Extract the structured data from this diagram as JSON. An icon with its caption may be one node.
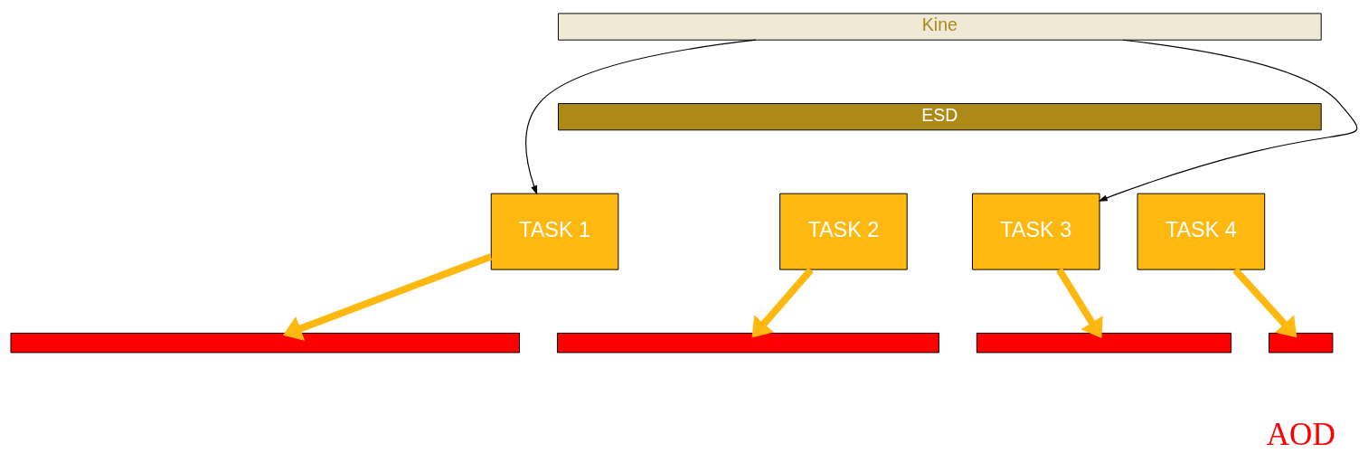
{
  "diagram": {
    "nodes": [
      {
        "text": [
          "Kine"
        ]
      },
      {
        "text": [
          "ESD"
        ]
      },
      {
        "text": [
          "TASK 1"
        ]
      },
      {
        "text": [
          "TASK 2"
        ]
      },
      {
        "text": [
          "TASK 3"
        ]
      },
      {
        "text": [
          "TASK 4"
        ]
      },
      {
        "text": [],
        "shape": "bar"
      },
      {
        "text": [],
        "shape": "bar"
      },
      {
        "text": [],
        "shape": "bar"
      },
      {
        "text": [],
        "shape": "bar"
      }
    ],
    "edges": [
      {
        "from": 0,
        "to": 2,
        "arrow": "to",
        "color": "#000000"
      },
      {
        "from": 0,
        "to": 4,
        "arrow": "to",
        "color": "#000000"
      },
      {
        "from": 2,
        "to": 6,
        "arrow": "to"
      },
      {
        "from": 3,
        "to": 7,
        "arrow": "to"
      },
      {
        "from": 4,
        "to": 8,
        "arrow": "to"
      },
      {
        "from": 5,
        "to": 9,
        "arrow": "to"
      }
    ],
    "labels": [
      "AOD"
    ]
  }
}
